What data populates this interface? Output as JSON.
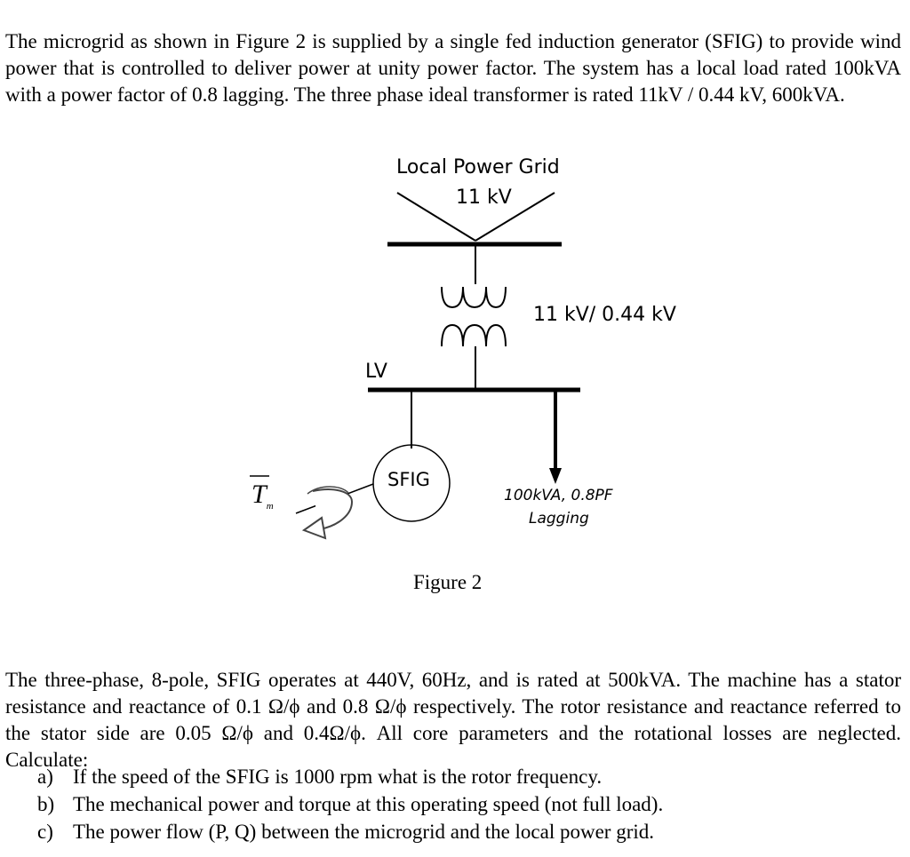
{
  "intro": "The microgrid as shown in Figure 2 is supplied by a single fed induction generator (SFIG) to provide wind power that is controlled to deliver power at unity power factor. The system has a local load rated 100kVA with a power factor of 0.8 lagging. The three phase ideal transformer is rated 11kV / 0.44 kV, 600kVA.",
  "figure": {
    "grid_label": "Local Power Grid",
    "grid_voltage": "11 kV",
    "transformer_label": "11 kV/ 0.44 kV",
    "lv_label": "LV",
    "generator_label": "SFIG",
    "load_label_1": "100kVA, 0.8PF",
    "load_label_2": "Lagging",
    "torque_symbol": "T",
    "torque_subscript": "m",
    "caption": "Figure 2"
  },
  "machine": "The three-phase, 8-pole, SFIG operates at 440V, 60Hz, and is rated at 500kVA. The machine has a stator resistance and reactance of 0.1 Ω/ϕ and 0.8 Ω/ϕ respectively. The rotor resistance and reactance referred to the stator side are 0.05 Ω/ϕ and 0.4Ω/ϕ. All core parameters and the rotational losses are neglected. Calculate:",
  "questions": [
    {
      "label": "a)",
      "text": "If the speed of the SFIG is 1000 rpm what is the rotor frequency."
    },
    {
      "label": "b)",
      "text": "The mechanical power and torque at this operating speed (not full load)."
    },
    {
      "label": "c)",
      "text": "The power flow (P, Q) between the microgrid and the local power grid."
    }
  ]
}
